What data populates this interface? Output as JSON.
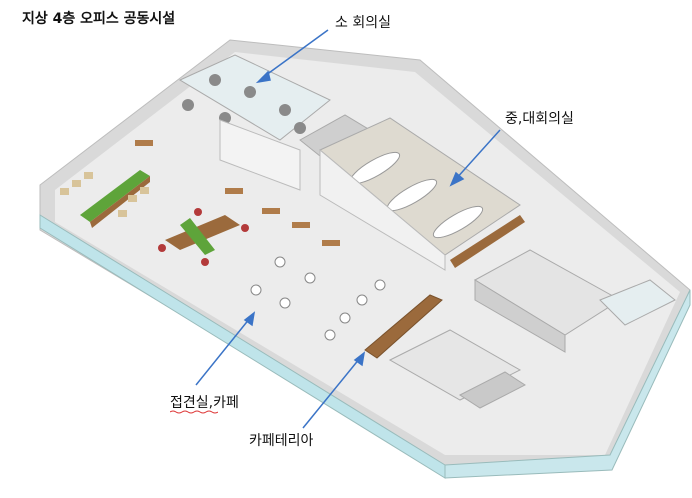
{
  "title": "지상 4층 오피스 공동시설",
  "labels": {
    "small_meeting_room": "소 회의실",
    "mid_large_meeting_room": "중,대회의실",
    "reception_cafe": "접견실,카페",
    "cafeteria": "카페테리아"
  },
  "colors": {
    "arrow": "#3b74c7",
    "floor": "#ececec",
    "wall": "#d8d8d8",
    "glass": "#bfe4ea",
    "wood": "#9b6a3c",
    "green": "#5ea43a",
    "red_chair": "#b33a3a"
  }
}
